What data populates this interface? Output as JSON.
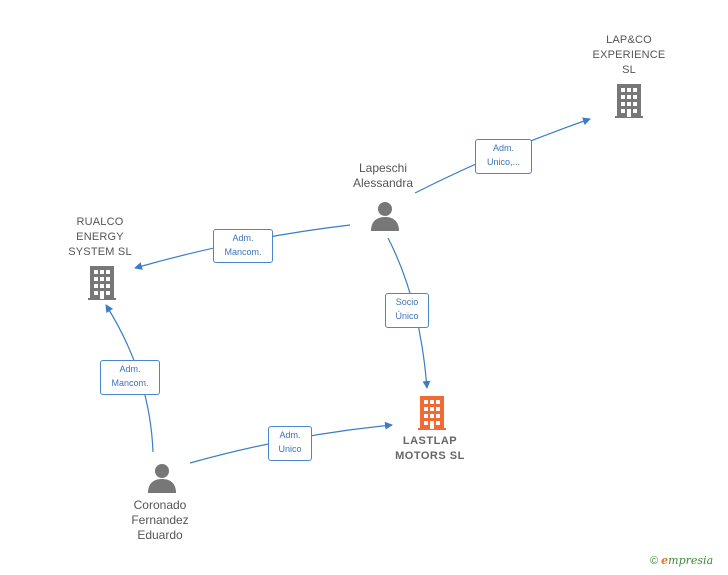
{
  "nodes": {
    "lapco": {
      "label": "LAP&CO\nEXPERIENCE\nSL",
      "type": "company"
    },
    "rualco": {
      "label": "RUALCO\nENERGY\nSYSTEM  SL",
      "type": "company"
    },
    "lastlap": {
      "label": "LASTLAP\nMOTORS  SL",
      "type": "company-main"
    },
    "lapeschi": {
      "label": "Lapeschi\nAlessandra",
      "type": "person"
    },
    "coronado": {
      "label": "Coronado\nFernandez\nEduardo",
      "type": "person"
    }
  },
  "edges": {
    "lapeschi_lapco": {
      "label": "Adm.\nUnico,..."
    },
    "lapeschi_rualco": {
      "label": "Adm.\nMancom."
    },
    "lapeschi_lastlap": {
      "label": "Socio\nÚnico"
    },
    "coronado_rualco": {
      "label": "Adm.\nMancom."
    },
    "coronado_lastlap": {
      "label": "Adm.\nUnico"
    }
  },
  "colors": {
    "edge": "#3b7dc4",
    "company_icon": "#777777",
    "main_company_icon": "#f06a35",
    "person_icon": "#777777"
  },
  "footer": {
    "copyright": "©",
    "brand_e": "e",
    "brand_rest": "mpresia"
  }
}
